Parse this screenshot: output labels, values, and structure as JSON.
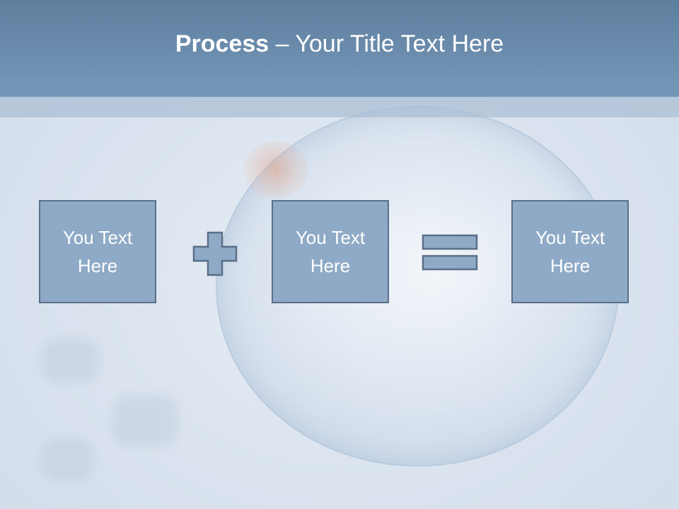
{
  "slide": {
    "title_bold": "Process",
    "title_rest": " – Your Title Text Here",
    "boxes": [
      {
        "line1": "You Text",
        "line2": "Here"
      },
      {
        "line1": "You Text",
        "line2": "Here"
      },
      {
        "line1": "You Text",
        "line2": "Here"
      }
    ],
    "operators": [
      "plus-icon",
      "equals-icon"
    ],
    "colors": {
      "title_bar": "#6f90b2",
      "box_fill": "#8eaac6",
      "box_border": "#5a6f88",
      "text": "#ffffff"
    }
  }
}
